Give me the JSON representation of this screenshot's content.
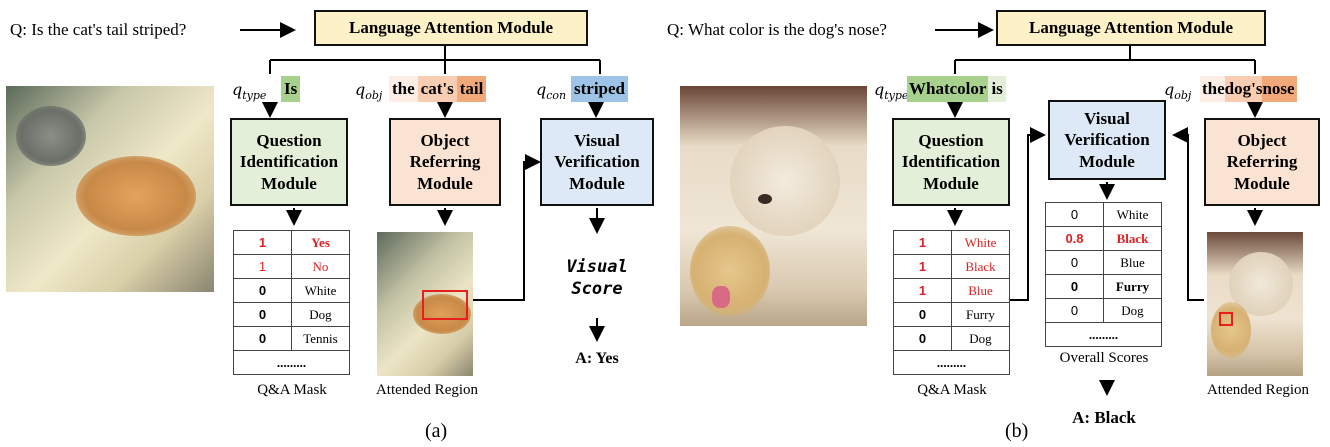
{
  "panel_a": {
    "question": "Q: Is the cat's tail striped?",
    "lam_label": "Language Attention Module",
    "qtype_label": "q",
    "qtype_sub": "type",
    "qobj_sub": "obj",
    "qcon_sub": "con",
    "qtype_tokens": [
      "Is"
    ],
    "qobj_tokens": [
      "the",
      "cat's",
      "tail"
    ],
    "qcon_tokens": [
      "striped"
    ],
    "qim_label": "Question Identification Module",
    "orm_label": "Object Referring Module",
    "vvm_label": "Visual Verification Module",
    "mask_rows": [
      {
        "score": "1",
        "label": "Yes"
      },
      {
        "score": "1",
        "label": "No"
      },
      {
        "score": "0",
        "label": "White"
      },
      {
        "score": "0",
        "label": "Dog"
      },
      {
        "score": "0",
        "label": "Tennis"
      },
      {
        "score": "",
        "label": "........."
      }
    ],
    "mask_caption": "Q&A Mask",
    "region_caption": "Attended Region",
    "visual_score": [
      "Visual",
      "Score"
    ],
    "answer": "A: Yes",
    "panel_label": "(a)"
  },
  "panel_b": {
    "question": "Q: What color is the dog's nose?",
    "lam_label": "Language Attention Module",
    "qtype_tokens": [
      "What",
      "color",
      "is"
    ],
    "qobj_tokens": [
      "the",
      "dog's",
      "nose"
    ],
    "qim_label": "Question Identification Module",
    "vvm_label": "Visual Verification Module",
    "orm_label": "Object Referring Module",
    "mask_rows": [
      {
        "score": "1",
        "label": "White"
      },
      {
        "score": "1",
        "label": "Black"
      },
      {
        "score": "1",
        "label": "Blue"
      },
      {
        "score": "0",
        "label": "Furry"
      },
      {
        "score": "0",
        "label": "Dog"
      },
      {
        "score": "",
        "label": "........."
      }
    ],
    "score_rows": [
      {
        "score": "0",
        "label": "White"
      },
      {
        "score": "0.8",
        "label": "Black"
      },
      {
        "score": "0",
        "label": "Blue"
      },
      {
        "score": "0",
        "label": "Furry"
      },
      {
        "score": "0",
        "label": "Dog"
      },
      {
        "score": "",
        "label": "........."
      }
    ],
    "mask_caption": "Q&A Mask",
    "scores_caption": "Overall Scores",
    "region_caption": "Attended Region",
    "answer": "A: Black",
    "panel_label": "(b)"
  },
  "colors": {
    "lam_fill": "#fdf1c7",
    "qim_fill": "#e3efd9",
    "orm_fill": "#fbe3d4",
    "vvm_fill": "#dde9f6",
    "highlight_red": "#e02020",
    "box_red": "#e8201c"
  },
  "attention": {
    "a_qtype": [
      0.85
    ],
    "a_qobj": [
      0.15,
      0.5,
      0.9
    ],
    "a_qcon": [
      0.8
    ],
    "b_qtype": [
      0.7,
      0.7,
      0.25
    ],
    "b_qobj": [
      0.2,
      0.55,
      0.8
    ]
  }
}
